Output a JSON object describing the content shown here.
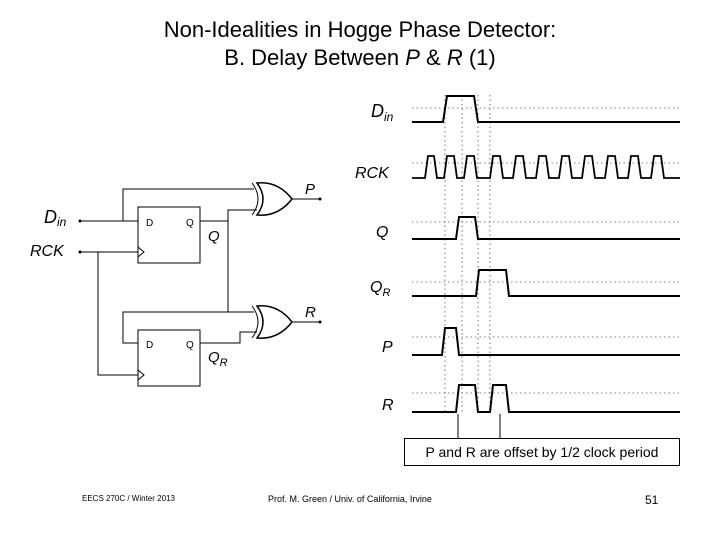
{
  "title": {
    "line1": "Non-Idealities in Hogge Phase Detector:",
    "line2_prefix": "B.  Delay Between ",
    "line2_p": "P",
    "line2_amp": " & ",
    "line2_r": "R",
    "line2_suffix": " (1)"
  },
  "schematic": {
    "din_label": "D",
    "din_sub": "in",
    "rck_label": "RCK",
    "p_label": "P",
    "q_label": "Q",
    "r_label": "R",
    "qr_label": "Q",
    "qr_sub": "R",
    "ff_d": "D",
    "ff_q": "Q"
  },
  "timing": {
    "din": "D",
    "din_sub": "in",
    "rck": "RCK",
    "q": "Q",
    "qr": "Q",
    "qr_sub": "R",
    "p": "P",
    "r": "R"
  },
  "note": "P and R are offset by 1/2 clock period",
  "footer": {
    "left": "EECS 270C / Winter 2013",
    "middle": "Prof. M. Green / Univ. of California, Irvine",
    "page": "51"
  }
}
